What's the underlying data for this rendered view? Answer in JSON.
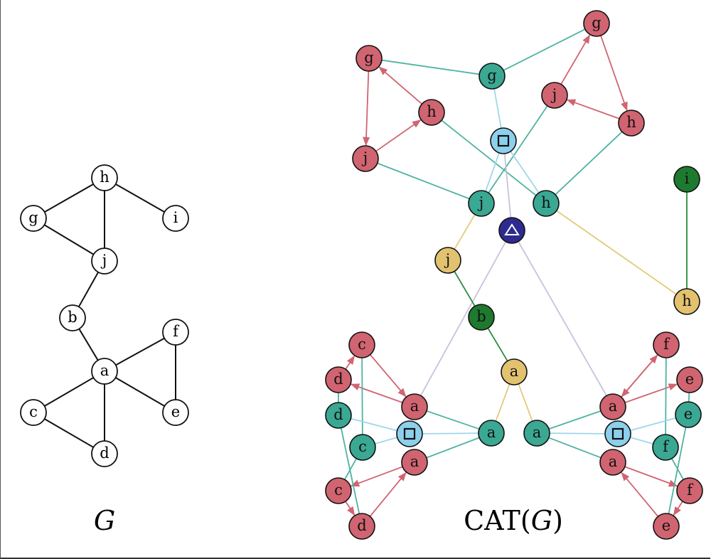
{
  "captions": {
    "left": "G",
    "right_prefix": "CAT(",
    "right_var": "G",
    "right_suffix": ")"
  },
  "colors": {
    "red": "#d06470",
    "teal": "#3aa893",
    "yellow": "#e3c26f",
    "green": "#1e7a2f",
    "lightblue": "#8cd0ec",
    "indigo": "#2e2b90",
    "white": "#ffffff",
    "red_edge": "#d06470",
    "teal_edge": "#4fb3a2",
    "yellow_edge": "#e1cb7a",
    "green_edge": "#2b8a3e",
    "blue_edge": "#9fd7ea",
    "lavender_edge": "#c9c2de",
    "black_edge": "#111111"
  },
  "graph_G": {
    "nodes": [
      {
        "id": "Gh",
        "label": "h"
      },
      {
        "id": "Gg",
        "label": "g"
      },
      {
        "id": "Gi",
        "label": "i"
      },
      {
        "id": "Gj",
        "label": "j"
      },
      {
        "id": "Gb",
        "label": "b"
      },
      {
        "id": "Gf",
        "label": "f"
      },
      {
        "id": "Ga",
        "label": "a"
      },
      {
        "id": "Gc",
        "label": "c"
      },
      {
        "id": "Ge",
        "label": "e"
      },
      {
        "id": "Gd",
        "label": "d"
      }
    ],
    "edges": [
      [
        "Gh",
        "Gg"
      ],
      [
        "Gh",
        "Gi"
      ],
      [
        "Gh",
        "Gj"
      ],
      [
        "Gg",
        "Gj"
      ],
      [
        "Gj",
        "Gb"
      ],
      [
        "Gb",
        "Ga"
      ],
      [
        "Ga",
        "Gf"
      ],
      [
        "Ga",
        "Ge"
      ],
      [
        "Gf",
        "Ge"
      ],
      [
        "Ga",
        "Gc"
      ],
      [
        "Ga",
        "Gd"
      ],
      [
        "Gc",
        "Gd"
      ]
    ]
  },
  "graph_CAT": {
    "nodes": [
      {
        "id": "Cg1",
        "label": "g",
        "color": "red"
      },
      {
        "id": "Ch1",
        "label": "h",
        "color": "red"
      },
      {
        "id": "Cj1",
        "label": "j",
        "color": "red"
      },
      {
        "id": "Cg2",
        "label": "g",
        "color": "red"
      },
      {
        "id": "Cj2",
        "label": "j",
        "color": "red"
      },
      {
        "id": "Ch2",
        "label": "h",
        "color": "red"
      },
      {
        "id": "Tg",
        "label": "g",
        "color": "teal"
      },
      {
        "id": "Tj",
        "label": "j",
        "color": "teal"
      },
      {
        "id": "Th",
        "label": "h",
        "color": "teal"
      },
      {
        "id": "Sq1",
        "label": "",
        "color": "lightblue",
        "icon": "square"
      },
      {
        "id": "Tri",
        "label": "",
        "color": "indigo",
        "icon": "triangle"
      },
      {
        "id": "Gi",
        "label": "i",
        "color": "green"
      },
      {
        "id": "Yh",
        "label": "h",
        "color": "yellow"
      },
      {
        "id": "Yj",
        "label": "j",
        "color": "yellow"
      },
      {
        "id": "Gb",
        "label": "b",
        "color": "green"
      },
      {
        "id": "Ya",
        "label": "a",
        "color": "yellow"
      },
      {
        "id": "Lc1",
        "label": "c",
        "color": "red"
      },
      {
        "id": "Ld1",
        "label": "d",
        "color": "red"
      },
      {
        "id": "La1",
        "label": "a",
        "color": "red"
      },
      {
        "id": "Ld2",
        "label": "d",
        "color": "teal"
      },
      {
        "id": "Lsq",
        "label": "",
        "color": "lightblue",
        "icon": "square"
      },
      {
        "id": "Lc2",
        "label": "c",
        "color": "teal"
      },
      {
        "id": "Lat",
        "label": "a",
        "color": "teal"
      },
      {
        "id": "La2",
        "label": "a",
        "color": "red"
      },
      {
        "id": "Lc3",
        "label": "c",
        "color": "red"
      },
      {
        "id": "Ld3",
        "label": "d",
        "color": "red"
      },
      {
        "id": "Rf1",
        "label": "f",
        "color": "red"
      },
      {
        "id": "Re1",
        "label": "e",
        "color": "red"
      },
      {
        "id": "Ra1",
        "label": "a",
        "color": "red"
      },
      {
        "id": "Re2",
        "label": "e",
        "color": "teal"
      },
      {
        "id": "Rsq",
        "label": "",
        "color": "lightblue",
        "icon": "square"
      },
      {
        "id": "Rat",
        "label": "a",
        "color": "teal"
      },
      {
        "id": "Rf2",
        "label": "f",
        "color": "teal"
      },
      {
        "id": "Ra2",
        "label": "a",
        "color": "red"
      },
      {
        "id": "Rf3",
        "label": "f",
        "color": "red"
      },
      {
        "id": "Re3",
        "label": "e",
        "color": "red"
      }
    ],
    "edges": [
      {
        "from": "Cg1",
        "to": "Cj1",
        "color": "red_edge",
        "arrow": true
      },
      {
        "from": "Cj1",
        "to": "Ch1",
        "color": "red_edge",
        "arrow": true
      },
      {
        "from": "Ch1",
        "to": "Cg1",
        "color": "red_edge",
        "arrow": true
      },
      {
        "from": "Cj2",
        "to": "Cg2",
        "color": "red_edge",
        "arrow": true
      },
      {
        "from": "Cg2",
        "to": "Ch2",
        "color": "red_edge",
        "arrow": true
      },
      {
        "from": "Ch2",
        "to": "Cj2",
        "color": "red_edge",
        "arrow": true
      },
      {
        "from": "Cg1",
        "to": "Tg",
        "color": "teal_edge"
      },
      {
        "from": "Tg",
        "to": "Cg2",
        "color": "teal_edge"
      },
      {
        "from": "Cj1",
        "to": "Tj",
        "color": "teal_edge"
      },
      {
        "from": "Tj",
        "to": "Cj2",
        "color": "teal_edge"
      },
      {
        "from": "Ch1",
        "to": "Th",
        "color": "teal_edge"
      },
      {
        "from": "Th",
        "to": "Ch2",
        "color": "teal_edge"
      },
      {
        "from": "Sq1",
        "to": "Tg",
        "color": "blue_edge"
      },
      {
        "from": "Sq1",
        "to": "Tj",
        "color": "blue_edge"
      },
      {
        "from": "Sq1",
        "to": "Th",
        "color": "blue_edge"
      },
      {
        "from": "Sq1",
        "to": "Tri",
        "color": "lavender_edge"
      },
      {
        "from": "Tri",
        "to": "La1",
        "color": "lavender_edge"
      },
      {
        "from": "Tri",
        "to": "Ra1",
        "color": "lavender_edge"
      },
      {
        "from": "Gi",
        "to": "Yh",
        "color": "green_edge"
      },
      {
        "from": "Th",
        "to": "Yh",
        "color": "yellow_edge"
      },
      {
        "from": "Tj",
        "to": "Yj",
        "color": "yellow_edge"
      },
      {
        "from": "Yj",
        "to": "Gb",
        "color": "green_edge"
      },
      {
        "from": "Gb",
        "to": "Ya",
        "color": "green_edge"
      },
      {
        "from": "Ya",
        "to": "Lat",
        "color": "yellow_edge"
      },
      {
        "from": "Ya",
        "to": "Rat",
        "color": "yellow_edge"
      },
      {
        "from": "Lc1",
        "to": "La1",
        "color": "red_edge",
        "arrow": true
      },
      {
        "from": "La1",
        "to": "Ld1",
        "color": "red_edge",
        "arrow": true
      },
      {
        "from": "Ld1",
        "to": "Lc1",
        "color": "red_edge",
        "arrow": true
      },
      {
        "from": "La2",
        "to": "Lc3",
        "color": "red_edge",
        "arrow": true
      },
      {
        "from": "Lc3",
        "to": "Ld3",
        "color": "red_edge",
        "arrow": true
      },
      {
        "from": "Ld3",
        "to": "La2",
        "color": "red_edge",
        "arrow": true
      },
      {
        "from": "Lc1",
        "to": "Lc2",
        "color": "teal_edge"
      },
      {
        "from": "Lc2",
        "to": "Lc3",
        "color": "teal_edge"
      },
      {
        "from": "Ld1",
        "to": "Ld2",
        "color": "teal_edge"
      },
      {
        "from": "Ld2",
        "to": "Ld3",
        "color": "teal_edge"
      },
      {
        "from": "La1",
        "to": "Lat",
        "color": "teal_edge"
      },
      {
        "from": "Lat",
        "to": "La2",
        "color": "teal_edge"
      },
      {
        "from": "Lsq",
        "to": "Ld2",
        "color": "blue_edge"
      },
      {
        "from": "Lsq",
        "to": "Lc2",
        "color": "blue_edge"
      },
      {
        "from": "Lsq",
        "to": "Lat",
        "color": "blue_edge"
      },
      {
        "from": "Ra1",
        "to": "Rf1",
        "color": "red_edge",
        "arrow": true
      },
      {
        "from": "Rf1",
        "to": "Ra1",
        "color": "red_edge",
        "arrow": true
      },
      {
        "from": "Ra1",
        "to": "Re1",
        "color": "red_edge",
        "arrow": true
      },
      {
        "from": "Ra2",
        "to": "Rf3",
        "color": "red_edge",
        "arrow": true
      },
      {
        "from": "Rf3",
        "to": "Re3",
        "color": "red_edge",
        "arrow": true
      },
      {
        "from": "Re3",
        "to": "Ra2",
        "color": "red_edge",
        "arrow": true
      },
      {
        "from": "Rf1",
        "to": "Rf2",
        "color": "teal_edge"
      },
      {
        "from": "Rf2",
        "to": "Rf3",
        "color": "teal_edge"
      },
      {
        "from": "Re1",
        "to": "Re2",
        "color": "teal_edge"
      },
      {
        "from": "Re2",
        "to": "Re3",
        "color": "teal_edge"
      },
      {
        "from": "Ra1",
        "to": "Rat",
        "color": "teal_edge"
      },
      {
        "from": "Rat",
        "to": "Ra2",
        "color": "teal_edge"
      },
      {
        "from": "Rsq",
        "to": "Re2",
        "color": "blue_edge"
      },
      {
        "from": "Rsq",
        "to": "Rf2",
        "color": "blue_edge"
      },
      {
        "from": "Rsq",
        "to": "Rat",
        "color": "blue_edge"
      }
    ]
  }
}
